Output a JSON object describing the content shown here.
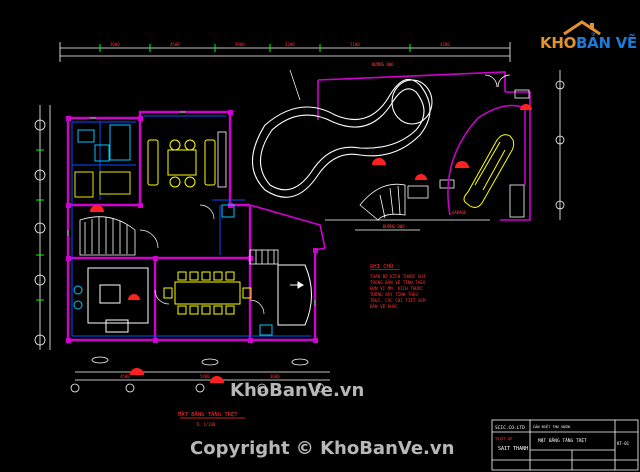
{
  "brand": {
    "logo_text_1": "KHO",
    "logo_text_2": "BẢN VẼ",
    "logo_color_1": "#e3932e",
    "logo_color_2": "#1e7ad8"
  },
  "watermarks": {
    "center": "KhoBanVe.vn",
    "bottom": "Copyright © KhoBanVe.vn"
  },
  "notes": {
    "heading": "GHI CHÚ :",
    "lines": [
      "TOÀN BỘ KÍCH THƯỚC GHI",
      "TRONG BẢN VẼ TÍNH THEO",
      "ĐƠN VỊ MM. KÍCH THƯỚC",
      "TƯỜNG XÂY TÍNH THEO",
      "TRỤC. CÁC CHI TIẾT XEM",
      "BẢN VẼ KHÁC"
    ]
  },
  "drawing_title": {
    "main": "MẶT BẰNG TẦNG TRỆT",
    "scale": "TL 1/100"
  },
  "labels": {
    "path_top": "ĐƯỜNG DẠO",
    "path_bottom": "ĐƯỜNG DẠO",
    "garage": "GARAGE"
  },
  "title_block": {
    "company": "SCIC.CO.LTD",
    "project": "CĂN BIỆT THỰ VƯỜN",
    "drawing": "MẶT BẰNG TẦNG TRỆT",
    "designer_label": "THIẾT KẾ",
    "designer": "SAIT THANH",
    "sheet": "KT-01"
  },
  "colors": {
    "wall": "#d000d0",
    "cyan": "#00c8ff",
    "yellow": "#ffff00",
    "red": "#ff2020",
    "green": "#20ff20",
    "white": "#ffffff",
    "blue": "#3050ff"
  }
}
